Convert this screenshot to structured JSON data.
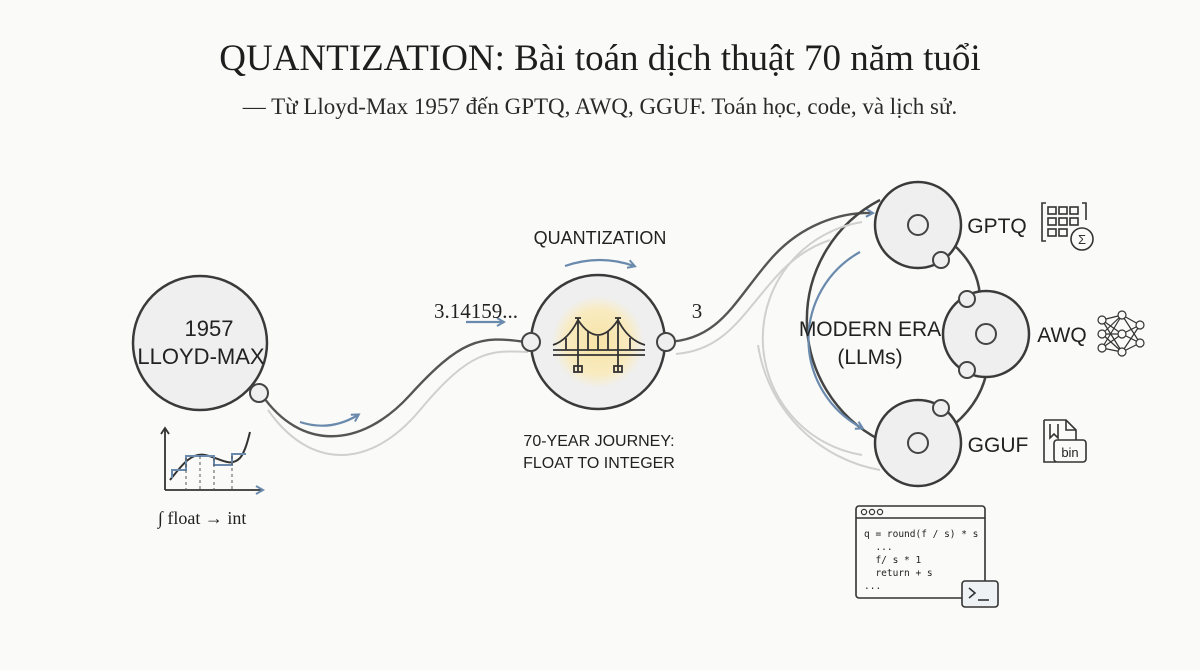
{
  "header": {
    "title": "QUANTIZATION: Bài toán dịch thuật 70 năm tuổi",
    "subtitle": "— Từ Lloyd-Max 1957 đến GPTQ, AWQ, GGUF. Toán học, code, và lịch sử."
  },
  "origin": {
    "year": "1957",
    "name": "LLOYD-MAX",
    "formula": "∫ float → int"
  },
  "bridge": {
    "top_label": "QUANTIZATION",
    "input_value": "3.14159...",
    "output_value": "3",
    "caption_line1": "70-YEAR JOURNEY:",
    "caption_line2": "FLOAT TO INTEGER",
    "icon": "bridge-icon"
  },
  "modern": {
    "line1": "MODERN ERA",
    "line2": "(LLMs)",
    "methods": [
      {
        "label": "GPTQ",
        "icon": "matrix-sigma-icon"
      },
      {
        "label": "AWQ",
        "icon": "neural-network-icon"
      },
      {
        "label": "GGUF",
        "icon": "bin-file-icon"
      }
    ],
    "bin_label": "bin"
  },
  "code": {
    "lines": [
      "q = round(f / s) * s",
      "  ...",
      "  f/ s * 1",
      "  return + s",
      "..."
    ],
    "terminal_icon": "terminal-icon"
  },
  "colors": {
    "ink": "#2b2b2b",
    "accent_blue": "#6a8aad",
    "glow_yellow": "#f7e3a6",
    "circle_fill": "#efefef",
    "faint_line": "#c9c9c9"
  }
}
